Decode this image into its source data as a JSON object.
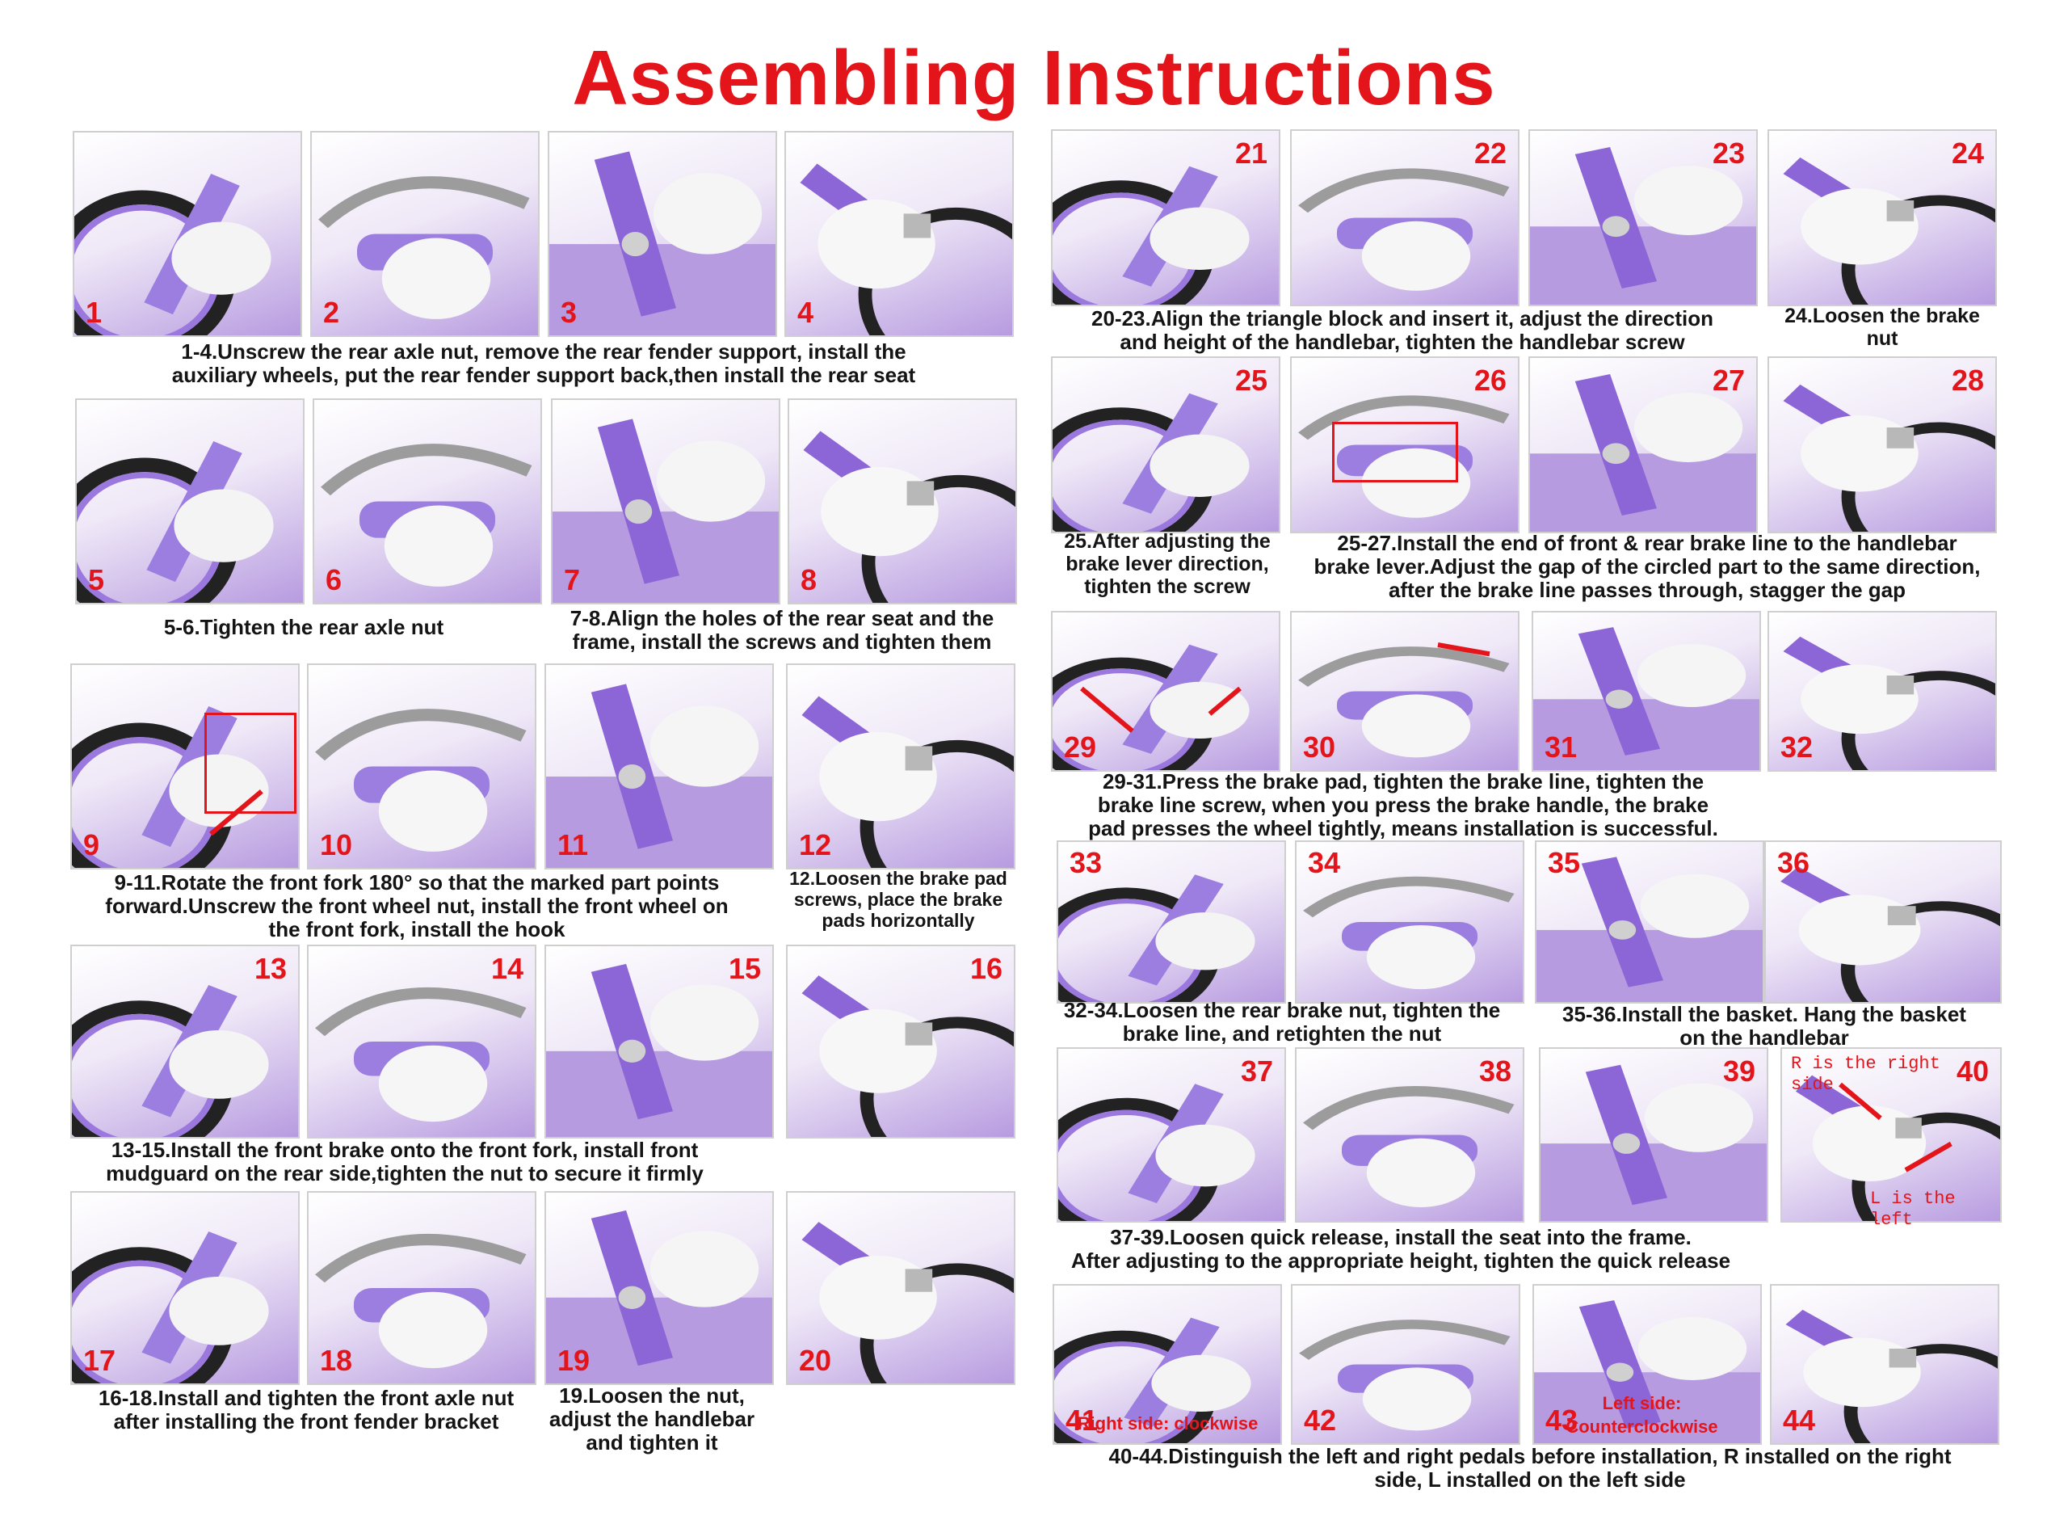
{
  "title": "Assembling Instructions",
  "colors": {
    "accent": "#e3151b",
    "text": "#141414",
    "bike": "#8c66d6"
  },
  "steps": [
    "1",
    "2",
    "3",
    "4",
    "5",
    "6",
    "7",
    "8",
    "9",
    "10",
    "11",
    "12",
    "13",
    "14",
    "15",
    "16",
    "17",
    "18",
    "19",
    "20",
    "21",
    "22",
    "23",
    "24",
    "25",
    "26",
    "27",
    "28",
    "29",
    "30",
    "31",
    "32",
    "33",
    "34",
    "35",
    "36",
    "37",
    "38",
    "39",
    "40",
    "41",
    "42",
    "43",
    "44"
  ],
  "captions": {
    "c1_4": [
      "1-4.Unscrew the rear axle nut, remove the rear fender support, install the",
      "auxiliary wheels, put the rear fender support back,then install the rear seat"
    ],
    "c5_6": [
      "5-6.Tighten the rear axle nut"
    ],
    "c7_8": [
      "7-8.Align the holes of the rear seat and the",
      "frame, install the screws and tighten them"
    ],
    "c9_11": [
      "9-11.Rotate the front fork 180° so that the marked part points",
      "forward.Unscrew the front wheel nut, install the front wheel on",
      "the front fork, install the hook"
    ],
    "c12": [
      "12.Loosen the brake pad",
      "screws, place the brake",
      "pads horizontally"
    ],
    "c13_15": [
      "13-15.Install the front brake onto the front fork, install front",
      "mudguard on the rear side,tighten the nut to secure it firmly"
    ],
    "c16_18": [
      "16-18.Install and tighten the front axle nut",
      "after installing the front fender bracket"
    ],
    "c19": [
      "19.Loosen the nut,",
      "adjust the handlebar",
      "and tighten it"
    ],
    "c20_23": [
      "20-23.Align the triangle block and insert it, adjust the direction",
      "and height of the handlebar, tighten the handlebar screw"
    ],
    "c24": [
      "24.Loosen the brake",
      "nut"
    ],
    "c25": [
      "25.After adjusting the",
      "brake lever direction,",
      "tighten the screw"
    ],
    "c25_27": [
      "25-27.Install the end of front & rear brake line to the handlebar",
      "brake lever.Adjust the gap of the circled part to the same direction,",
      "after the brake line passes through, stagger the gap"
    ],
    "c29_31": [
      "29-31.Press the brake pad, tighten the brake line, tighten the",
      "brake line screw, when you press the brake handle, the brake",
      "pad presses the wheel tightly, means installation is successful."
    ],
    "c32_34": [
      "32-34.Loosen the rear brake nut, tighten the",
      "brake line, and retighten the nut"
    ],
    "c35_36": [
      "35-36.Install the basket. Hang the basket",
      "on the handlebar"
    ],
    "c37_39": [
      "37-39.Loosen quick release, install the seat into the frame.",
      "After adjusting to the appropriate height, tighten the quick release"
    ],
    "c40_44": [
      "40-44.Distinguish the left and right pedals before installation, R installed on the right",
      "side, L installed on the left side"
    ]
  },
  "labels": {
    "r_right": "R is the right side",
    "l_left": "L is the left",
    "right_cw": "Right side: clockwise",
    "left_side": "Left side:",
    "ccw": "Counterclockwise"
  }
}
